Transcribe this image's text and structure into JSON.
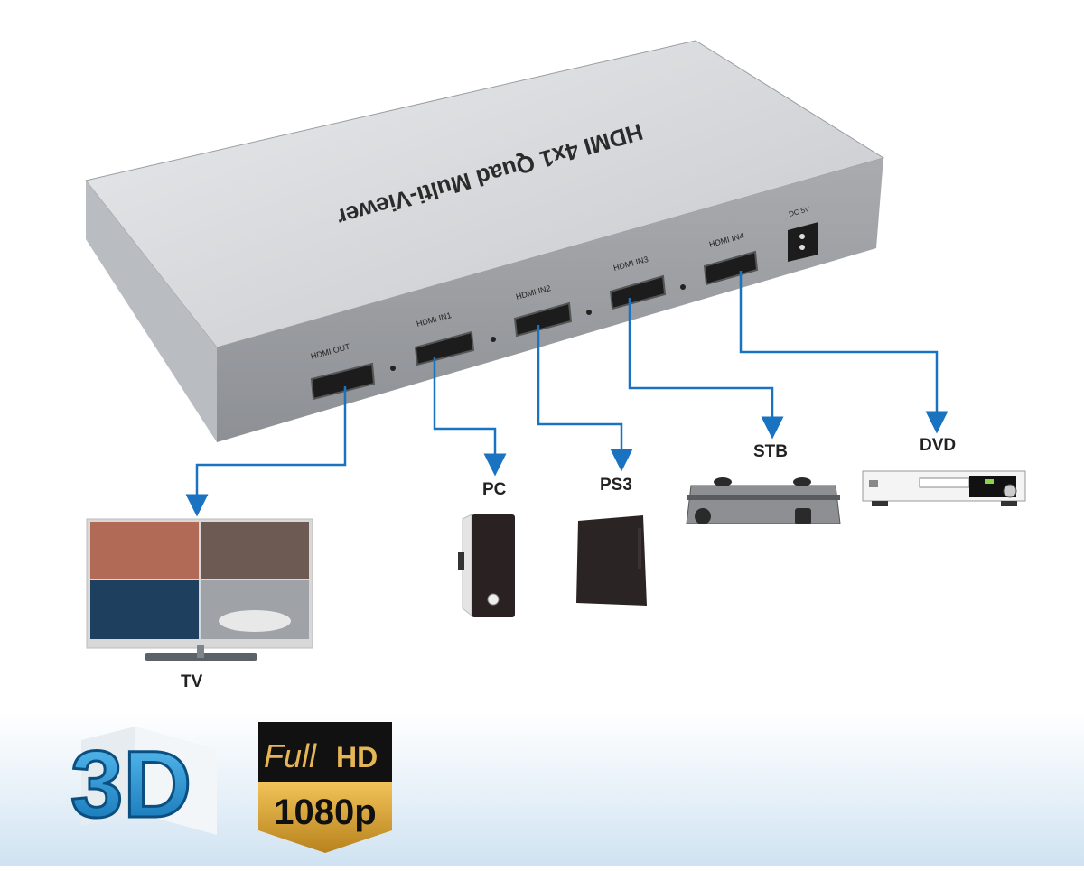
{
  "device": {
    "title": "HDMI 4x1 Quad Multi-Viewer",
    "ports": [
      {
        "label": "HDMI OUT",
        "target": "TV"
      },
      {
        "label": "HDMI IN1",
        "target": "PC"
      },
      {
        "label": "HDMI IN2",
        "target": "PS3"
      },
      {
        "label": "HDMI IN3",
        "target": "STB"
      },
      {
        "label": "HDMI IN4",
        "target": "DVD"
      }
    ],
    "power_label": "DC 5V"
  },
  "devices": {
    "tv": "TV",
    "pc": "PC",
    "ps3": "PS3",
    "stb": "STB",
    "dvd": "DVD"
  },
  "badges": {
    "three_d": "3D",
    "full": "Full",
    "hd": "HD",
    "resolution": "1080p"
  },
  "colors": {
    "connector_line": "#1a73c0",
    "device_body": "#c4c6c9",
    "badge_gold": "#d9a53a",
    "badge_black": "#111111",
    "three_d_blue": "#1f8fd6"
  }
}
